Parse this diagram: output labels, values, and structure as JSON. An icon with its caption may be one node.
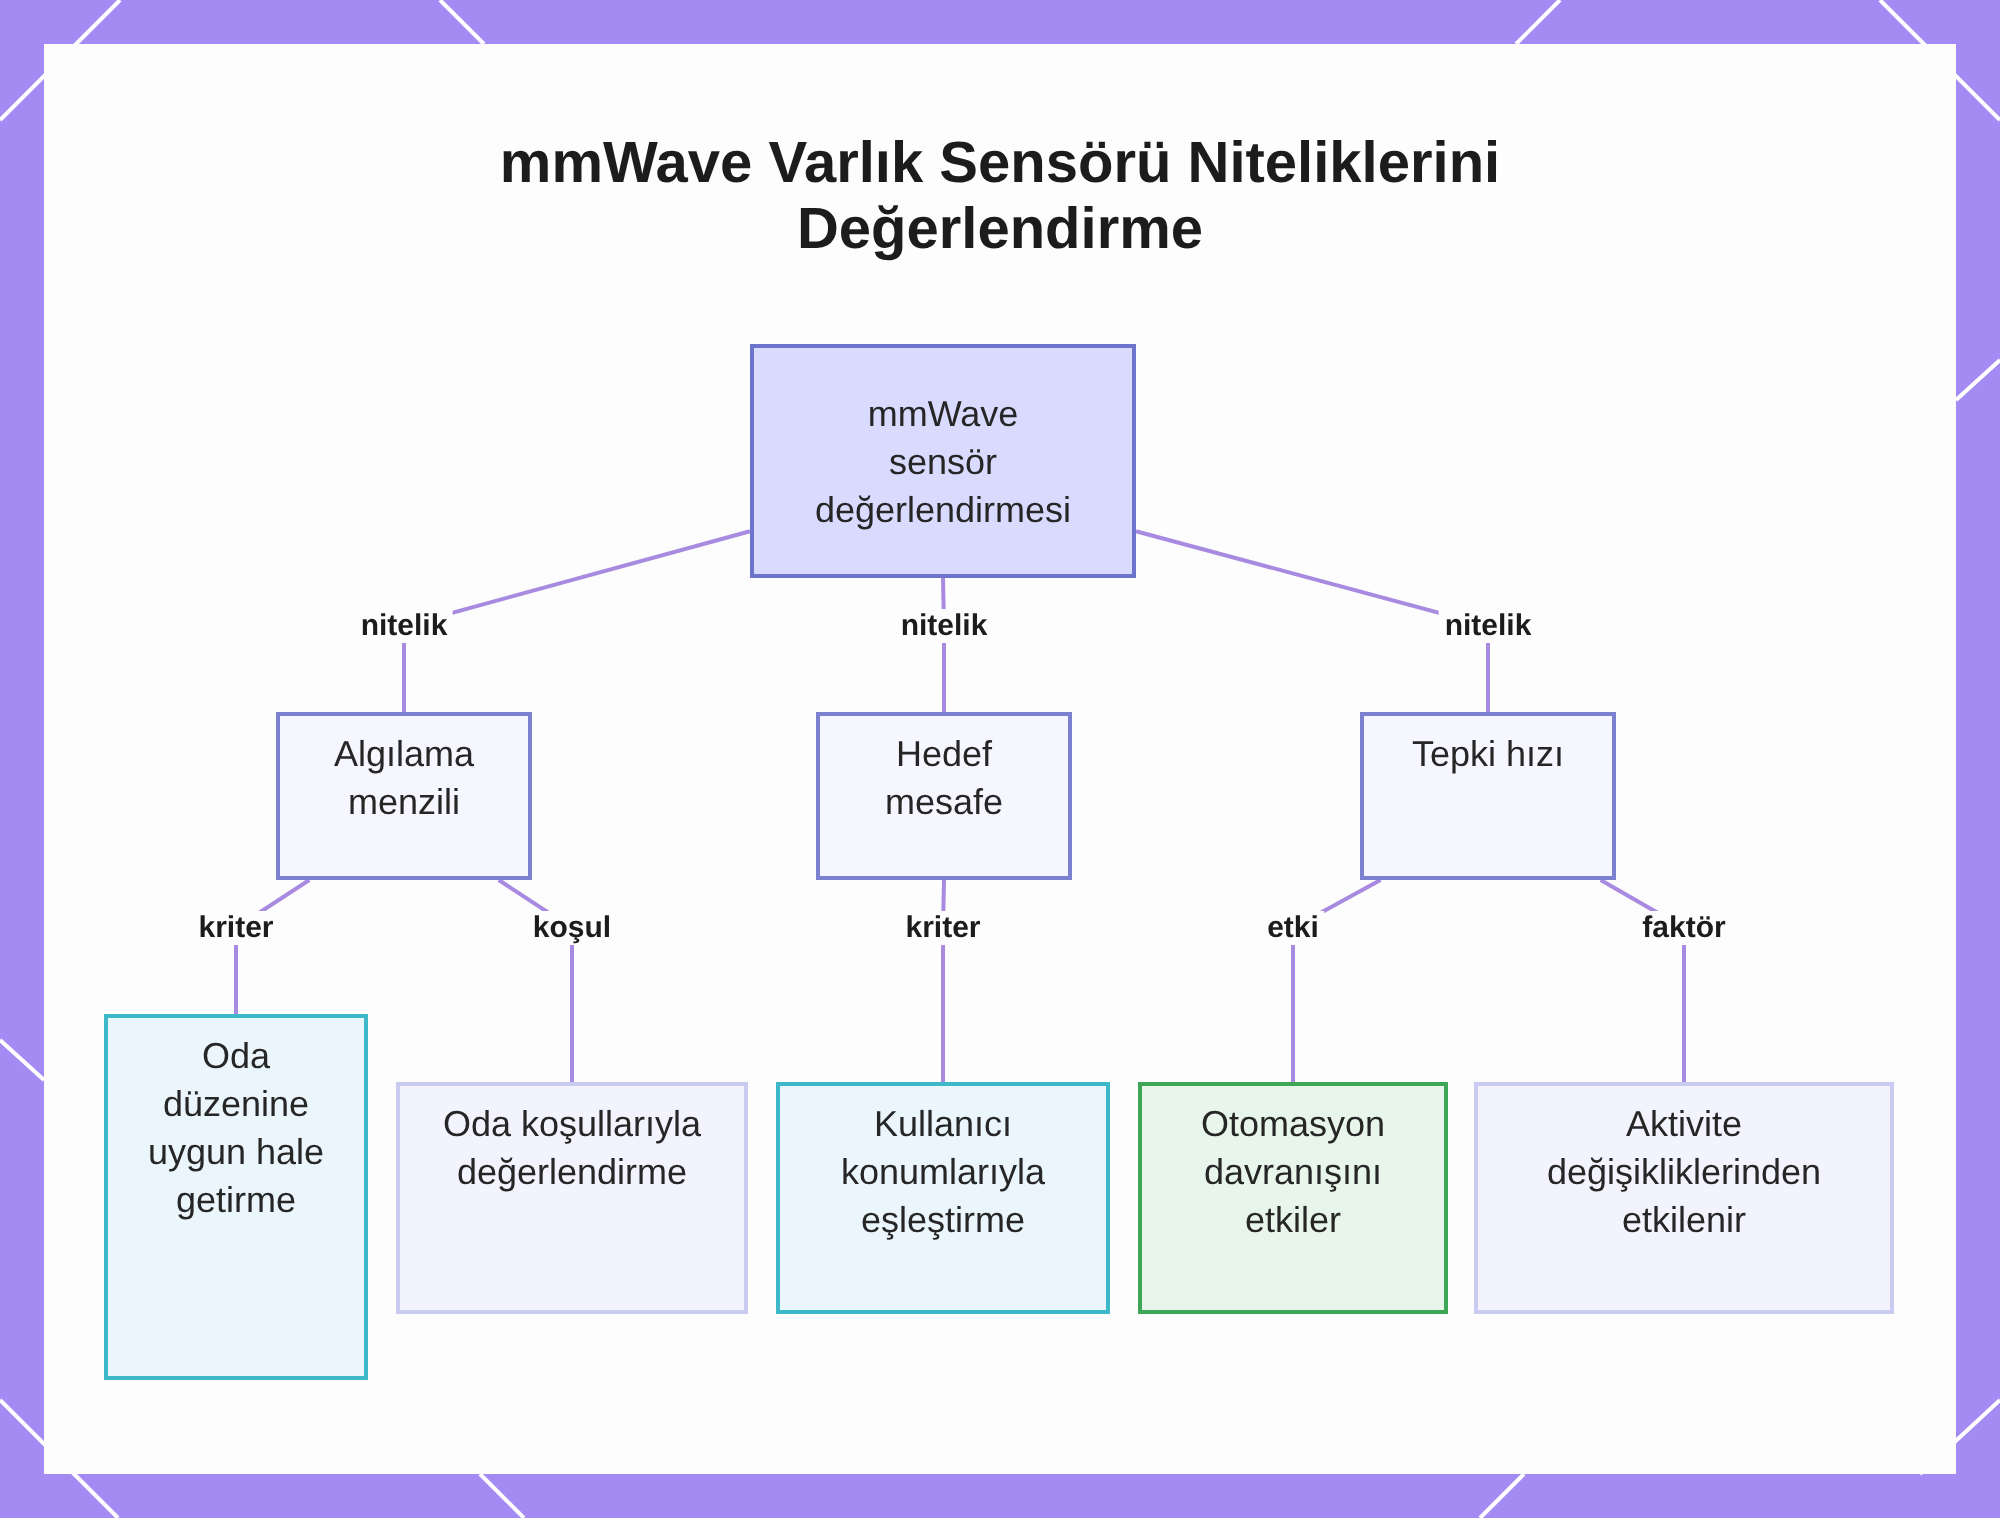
{
  "diagram": {
    "title": "mmWave Varlık Sensörü Niteliklerini Değerlendirme",
    "nodes": [
      {
        "text": [
          "mmWave sensör değerlendirmesi"
        ]
      },
      {
        "text": [
          "Algılama menzili"
        ]
      },
      {
        "text": [
          "Hedef mesafe"
        ]
      },
      {
        "text": [
          "Tepki hızı"
        ]
      },
      {
        "text": [
          "Oda düzenine uygun hale getirme"
        ]
      },
      {
        "text": [
          "Oda koşullarıyla değerlendirme"
        ]
      },
      {
        "text": [
          "Kullanıcı konumlarıyla eşleştirme"
        ]
      },
      {
        "text": [
          "Otomasyon davranışını etkiler"
        ]
      },
      {
        "text": [
          "Aktivite değişikliklerinden etkilenir"
        ]
      }
    ],
    "edges": [
      {
        "from": 0,
        "to": 1,
        "arrow": "none",
        "label": "nitelik"
      },
      {
        "from": 0,
        "to": 2,
        "arrow": "none",
        "label": "nitelik"
      },
      {
        "from": 0,
        "to": 3,
        "arrow": "none",
        "label": "nitelik"
      },
      {
        "from": 1,
        "to": 4,
        "arrow": "none",
        "label": "kriter"
      },
      {
        "from": 1,
        "to": 5,
        "arrow": "none",
        "label": "koşul"
      },
      {
        "from": 2,
        "to": 6,
        "arrow": "none",
        "label": "kriter"
      },
      {
        "from": 3,
        "to": 7,
        "arrow": "none",
        "label": "etki"
      },
      {
        "from": 3,
        "to": 8,
        "arrow": "none",
        "label": "faktör"
      }
    ]
  }
}
